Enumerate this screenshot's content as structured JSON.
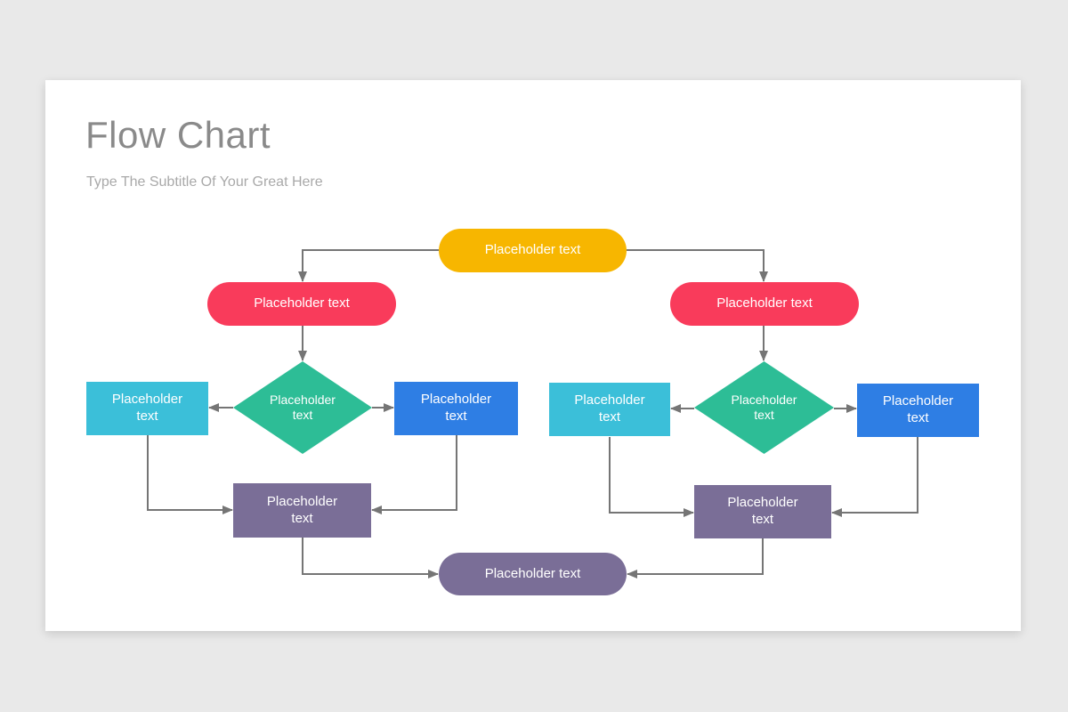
{
  "page": {
    "background_color": "#E9E9E9"
  },
  "slide": {
    "title": "Flow Chart",
    "subtitle": "Type The Subtitle Of Your Great Here",
    "title_color": "#8A8A8A",
    "subtitle_color": "#A9A9A9",
    "background_color": "#FFFFFF"
  },
  "flowchart": {
    "connector_color": "#757575",
    "nodes": {
      "start": {
        "shape": "pill",
        "color": "#F7B600",
        "label": "Placeholder text"
      },
      "branch_left": {
        "shape": "pill",
        "color": "#F93B5B",
        "label": "Placeholder text"
      },
      "branch_right": {
        "shape": "pill",
        "color": "#F93B5B",
        "label": "Placeholder text"
      },
      "decision_left": {
        "shape": "diamond",
        "color": "#2DBD96",
        "label": "Placeholder text"
      },
      "decision_right": {
        "shape": "diamond",
        "color": "#2DBD96",
        "label": "Placeholder text"
      },
      "left_option_a": {
        "shape": "rect",
        "color": "#3BBFD9",
        "label": "Placeholder text"
      },
      "left_option_b": {
        "shape": "rect",
        "color": "#2E7EE4",
        "label": "Placeholder text"
      },
      "right_option_a": {
        "shape": "rect",
        "color": "#3BBFD9",
        "label": "Placeholder text"
      },
      "right_option_b": {
        "shape": "rect",
        "color": "#2E7EE4",
        "label": "Placeholder text"
      },
      "merge_left": {
        "shape": "rect",
        "color": "#7A6E97",
        "label": "Placeholder text"
      },
      "merge_right": {
        "shape": "rect",
        "color": "#7A6E97",
        "label": "Placeholder text"
      },
      "end": {
        "shape": "pill",
        "color": "#7A6E97",
        "label": "Placeholder text"
      }
    },
    "edges": [
      {
        "from": "start",
        "to": "branch_left"
      },
      {
        "from": "start",
        "to": "branch_right"
      },
      {
        "from": "branch_left",
        "to": "decision_left"
      },
      {
        "from": "branch_right",
        "to": "decision_right"
      },
      {
        "from": "decision_left",
        "to": "left_option_a"
      },
      {
        "from": "decision_left",
        "to": "left_option_b"
      },
      {
        "from": "decision_right",
        "to": "right_option_a"
      },
      {
        "from": "decision_right",
        "to": "right_option_b"
      },
      {
        "from": "left_option_a",
        "to": "merge_left"
      },
      {
        "from": "left_option_b",
        "to": "merge_left"
      },
      {
        "from": "right_option_a",
        "to": "merge_right"
      },
      {
        "from": "right_option_b",
        "to": "merge_right"
      },
      {
        "from": "merge_left",
        "to": "end"
      },
      {
        "from": "merge_right",
        "to": "end"
      }
    ]
  }
}
